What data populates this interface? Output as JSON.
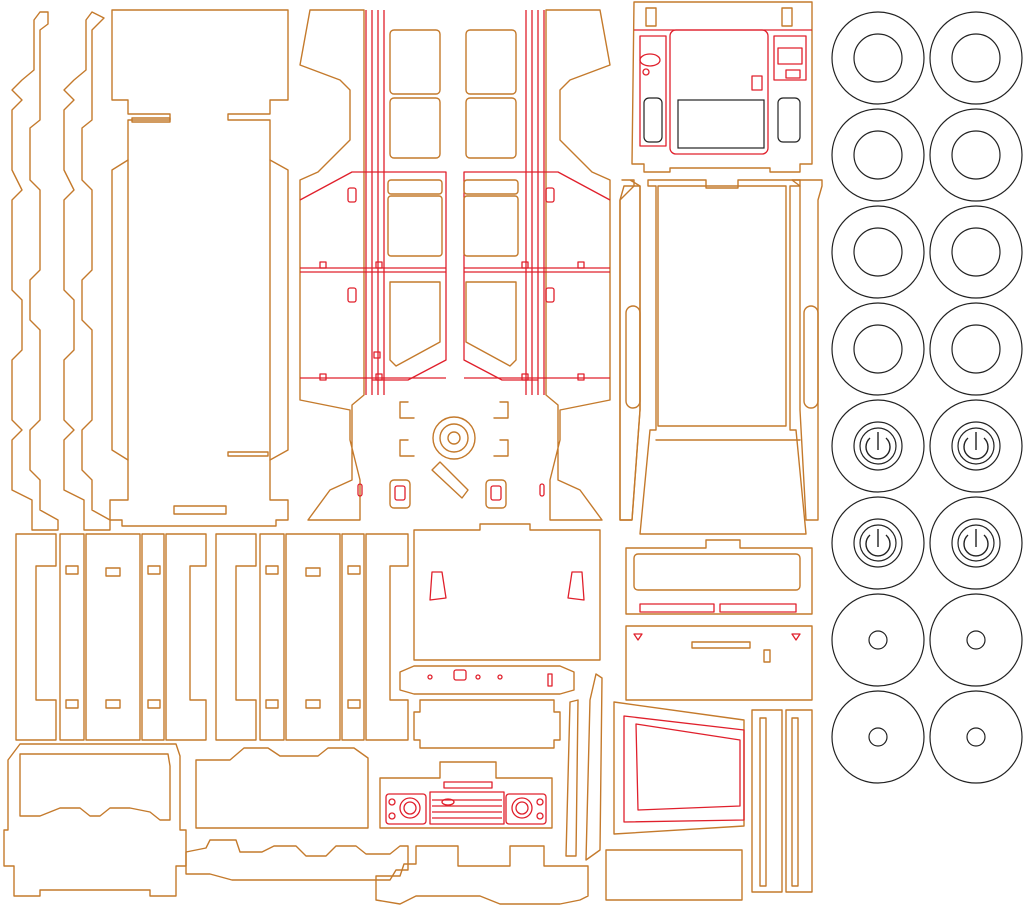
{
  "colors": {
    "background": "#ffffff",
    "cut_line": "#c47a2c",
    "engrave_line": "#e0202c",
    "dark_line": "#222222"
  },
  "parts": {
    "wheels": {
      "rows": 8,
      "columns": 2,
      "large_hub_rows": 4,
      "axle_hub_rows": 2,
      "small_hole_rows": 2
    }
  }
}
